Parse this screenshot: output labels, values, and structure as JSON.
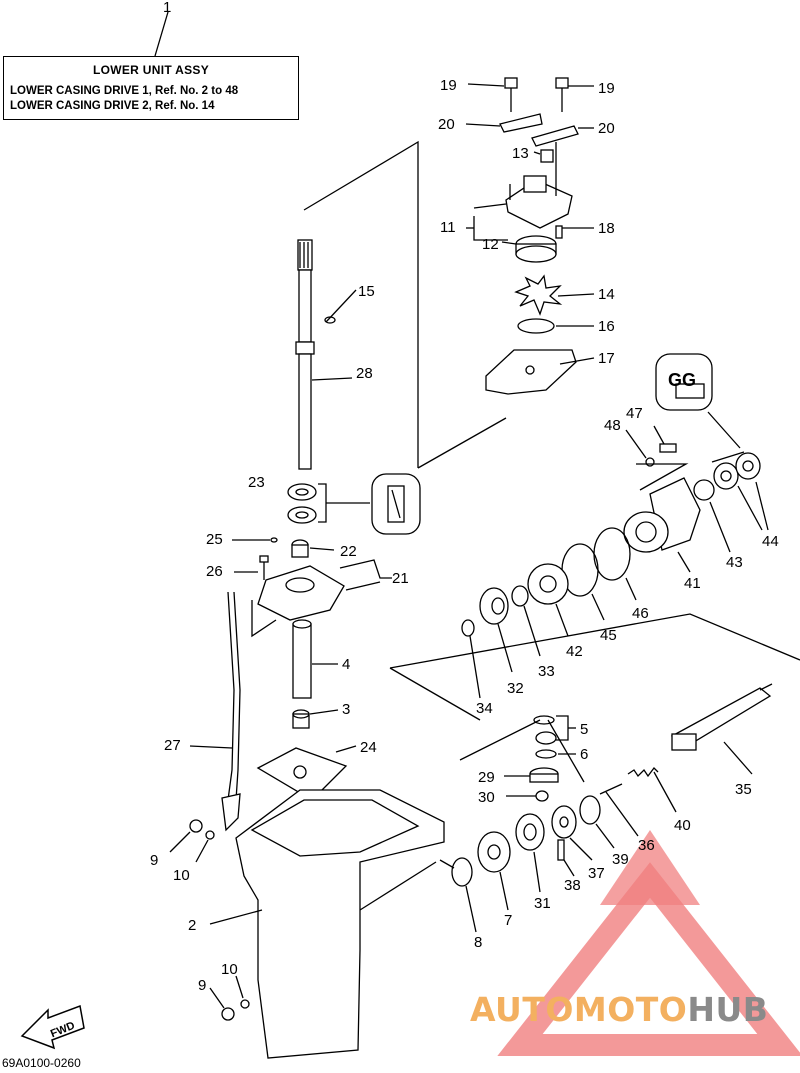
{
  "title_box": {
    "title": "LOWER UNIT ASSY",
    "line1": "LOWER CASING DRIVE 1, Ref. No. 2 to 48",
    "line2": "LOWER CASING DRIVE 2, Ref. No. 14"
  },
  "callouts": {
    "c1": "1",
    "c2": "2",
    "c3": "3",
    "c4": "4",
    "c5": "5",
    "c6": "6",
    "c7": "7",
    "c8": "8",
    "c9a": "9",
    "c9b": "9",
    "c10a": "10",
    "c10b": "10",
    "c11": "11",
    "c12": "12",
    "c13": "13",
    "c14": "14",
    "c15": "15",
    "c16": "16",
    "c17": "17",
    "c18": "18",
    "c19a": "19",
    "c19b": "19",
    "c20a": "20",
    "c20b": "20",
    "c21": "21",
    "c22": "22",
    "c23": "23",
    "c24": "24",
    "c25": "25",
    "c26": "26",
    "c27": "27",
    "c28": "28",
    "c29": "29",
    "c30": "30",
    "c31": "31",
    "c32": "32",
    "c33": "33",
    "c34": "34",
    "c35": "35",
    "c36": "36",
    "c37": "37",
    "c38": "38",
    "c39": "39",
    "c40": "40",
    "c41": "41",
    "c42": "42",
    "c43": "43",
    "c44": "44",
    "c45": "45",
    "c46": "46",
    "c47": "47",
    "c48": "48"
  },
  "fwd_label": "FWD",
  "grease_label": "GG",
  "doc_ref": "69A0100-0260",
  "watermark": {
    "part1": "AUTOMOTO",
    "part2": "HUB"
  },
  "colors": {
    "line": "#000000",
    "watermark_triangle": "#f08080",
    "watermark_accent": "#f3b060",
    "watermark_gray": "#8a8a8a"
  }
}
